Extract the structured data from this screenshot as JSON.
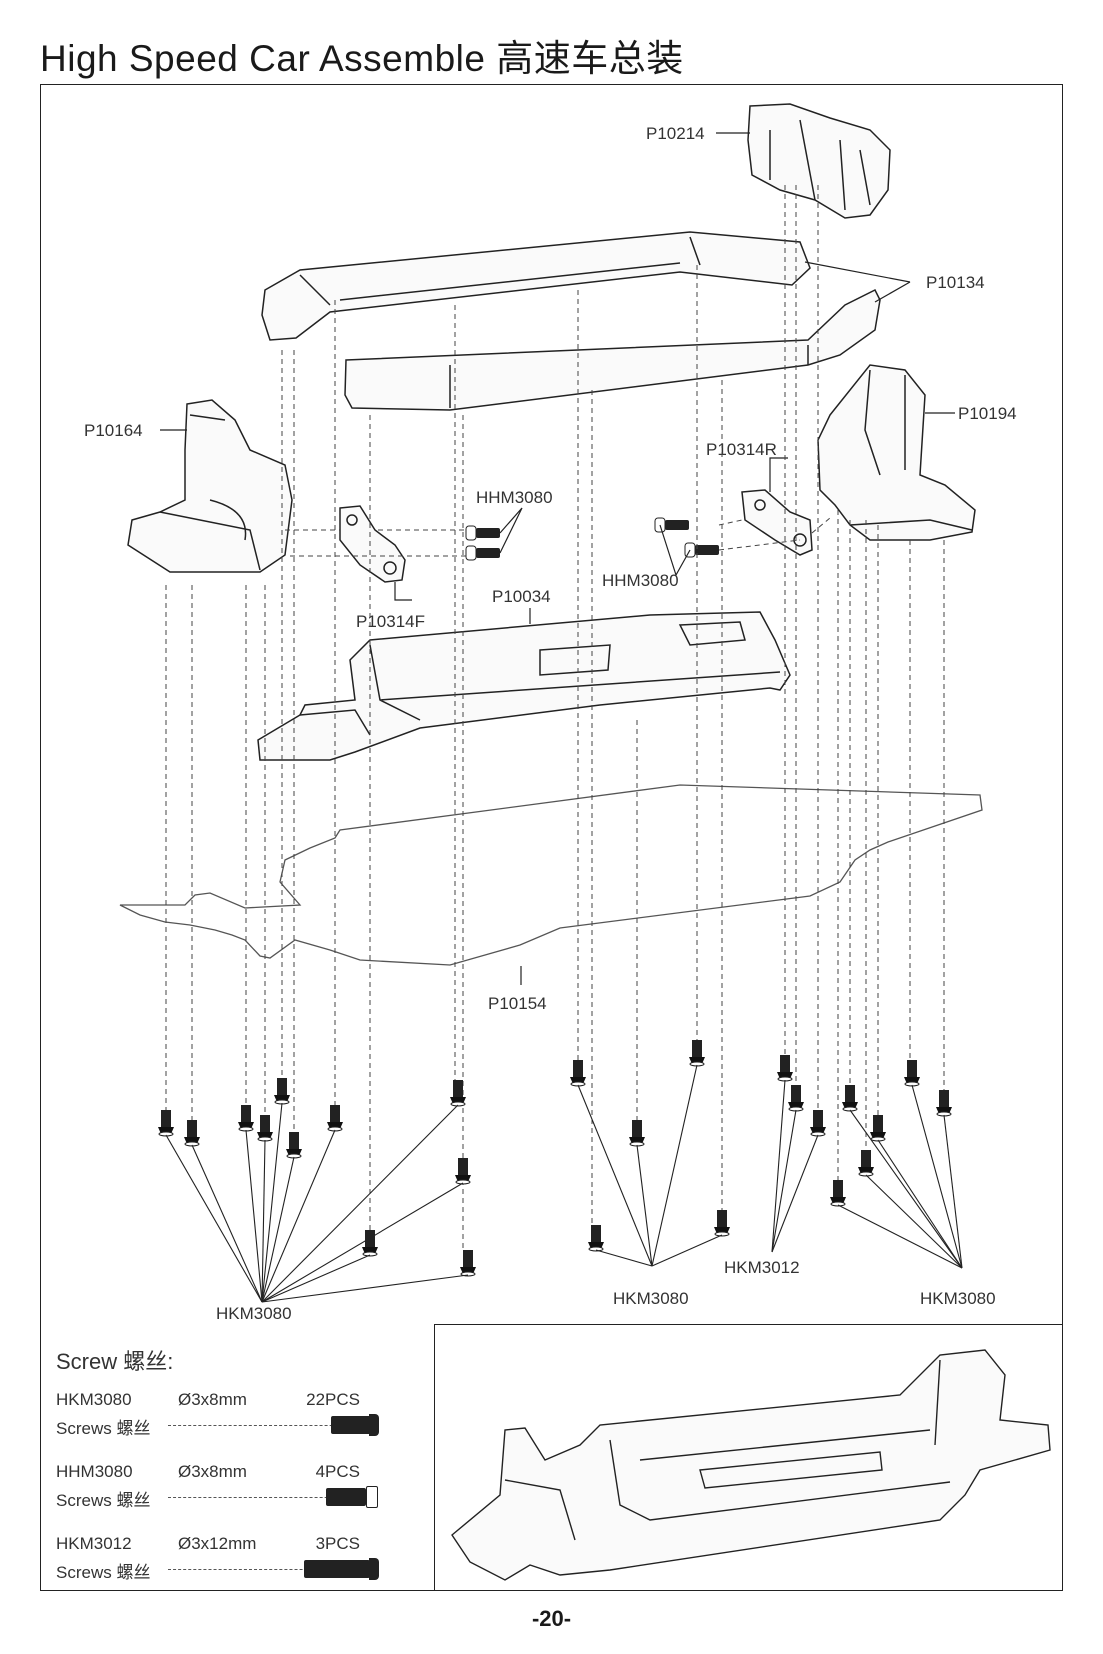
{
  "title": "High Speed Car Assemble 高速车总装",
  "labels": {
    "p10214": "P10214",
    "p10134": "P10134",
    "p10164": "P10164",
    "p10194": "P10194",
    "p10314r": "P10314R",
    "hhm3080_a": "HHM3080",
    "hhm3080_b": "HHM3080",
    "p10314f": "P10314F",
    "p10034": "P10034",
    "p10154": "P10154",
    "hkm3080_left": "HKM3080",
    "hkm3080_mid": "HKM3080",
    "hkm3012": "HKM3012",
    "hkm3080_right": "HKM3080"
  },
  "legend": {
    "title": "Screw 螺丝:",
    "items": [
      {
        "code": "HKM3080",
        "size": "Ø3x8mm",
        "qty": "22PCS",
        "desc": "Screws 螺丝",
        "head": "countersunk"
      },
      {
        "code": "HHM3080",
        "size": "Ø3x8mm",
        "qty": "4PCS",
        "desc": "Screws 螺丝",
        "head": "cap"
      },
      {
        "code": "HKM3012",
        "size": "Ø3x12mm",
        "qty": "3PCS",
        "desc": "Screws 螺丝",
        "head": "countersunk"
      }
    ]
  },
  "page_number": "-20-"
}
